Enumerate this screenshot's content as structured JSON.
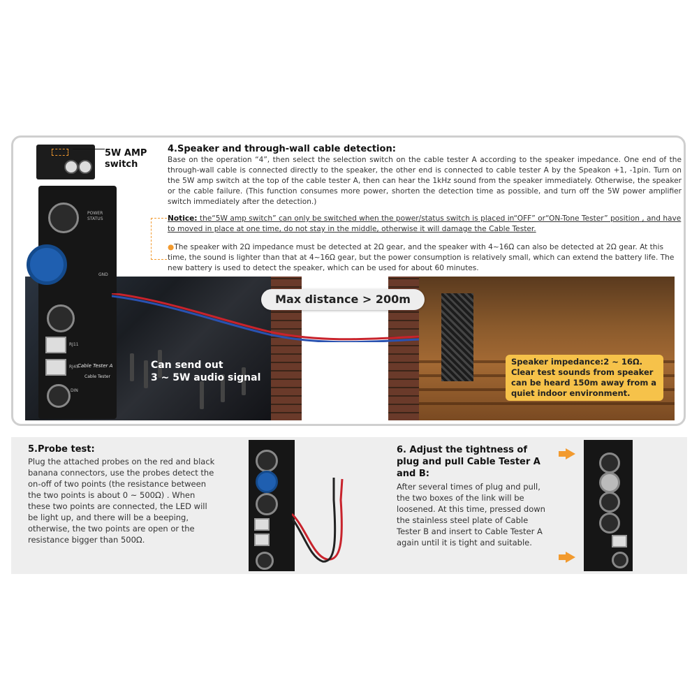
{
  "section4": {
    "title": "4.Speaker and through-wall cable detection:",
    "body": "Base on the operation “4”, then select the selection switch on the cable tester A according to the speaker impedance. One end of the through-wall cable is connected directly to the speaker, the other end is connected to cable tester A by the Speakon +1, -1pin. Turn on the 5W amp switch at the top of the cable tester A, then can hear the 1kHz sound from the speaker immediately. Otherwise, the speaker or the cable failure. (This function consumes more power, shorten the detection time as possible, and turn off the 5W power amplifier switch immediately after the detection.)",
    "notice_label": "Notice:",
    "notice_text": " the“5W amp switch” can only be switched when the power/status switch is placed in“OFF” or“ON-Tone Tester” position , and have to moved in place at one time, do not stay in the middle, otherwise it will damage the Cable Tester.",
    "impedance_text": "The speaker with 2Ω impedance must be detected at 2Ω  gear, and the speaker with 4~16Ω can also be detected at 2Ω gear. At this time, the sound is lighter than that at 4~16Ω gear, but the power consumption is relatively small, which can extend the battery life. The new battery is used to detect the speaker, which can be used for about 60 minutes."
  },
  "amp_switch_label_1": "5W AMP",
  "amp_switch_label_2": "switch",
  "max_distance": "Max distance  > 200m",
  "send_out_1": "Can send out",
  "send_out_2": "3 ~ 5W audio signal",
  "impedance_box": [
    "Speaker impedance:2 ~ 16Ω.",
    "Clear test sounds from speaker",
    "can be heard 150m away from a",
    "quiet indoor environment."
  ],
  "device_labels": {
    "brand": "Cable Tester A",
    "sub": "Cable Tester",
    "power": "POWER",
    "status": "STATUS",
    "gnd": "GND",
    "rj11": "RJ11",
    "rj45": "RJ45",
    "din": "DIN"
  },
  "section5": {
    "title": "5.Probe test:",
    "body": "Plug the attached probes on the red and black banana connectors, use the probes detect the on-off of two points (the resistance between the two points is about 0 ~ 500Ω) . When these two points are connected, the LED will be light up, and there will be a beeping, otherwise, the two points are open or the resistance bigger than 500Ω."
  },
  "section6": {
    "title": "6. Adjust the tightness of plug and pull Cable Tester A and B:",
    "body": "After several times of plug and pull, the two boxes of the link will be loosened. At this time, pressed down the stainless steel plate of Cable Tester B and insert to Cable Tester A again until it is tight and suitable."
  },
  "colors": {
    "accent": "#f29a2e",
    "callout_bg": "#f6c24a",
    "speakon_blue": "#1f5fb0"
  }
}
